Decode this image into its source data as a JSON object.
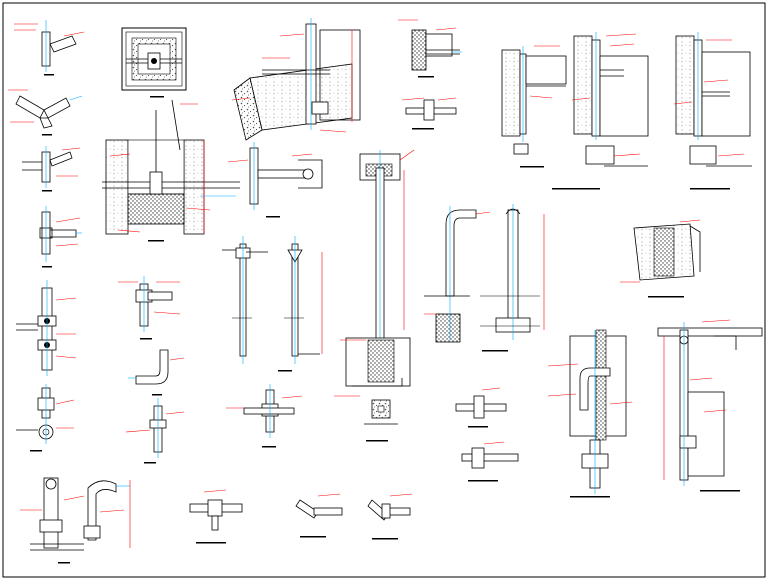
{
  "drawing": {
    "kind": "plumbing-installation-detail-sheet",
    "background": "#ffffff",
    "colors": {
      "linework": "#000000",
      "annotation": "#ff0000",
      "centerline": "#00aaff",
      "pipe_fill": "#ffffff",
      "hatch": "#444444"
    },
    "details": [
      {
        "id": "d01",
        "label": ""
      },
      {
        "id": "d02",
        "label": ""
      },
      {
        "id": "d03",
        "label": ""
      },
      {
        "id": "d04",
        "label": ""
      },
      {
        "id": "d05",
        "label": ""
      },
      {
        "id": "d06",
        "label": ""
      },
      {
        "id": "d07",
        "label": ""
      },
      {
        "id": "d08",
        "label": ""
      },
      {
        "id": "d09",
        "label": ""
      },
      {
        "id": "d10",
        "label": ""
      },
      {
        "id": "d11",
        "label": ""
      },
      {
        "id": "d12",
        "label": ""
      },
      {
        "id": "d13",
        "label": ""
      },
      {
        "id": "d14",
        "label": ""
      },
      {
        "id": "d15",
        "label": ""
      },
      {
        "id": "d16",
        "label": ""
      },
      {
        "id": "d17",
        "label": ""
      },
      {
        "id": "d18",
        "label": ""
      },
      {
        "id": "d19",
        "label": ""
      },
      {
        "id": "d20",
        "label": ""
      },
      {
        "id": "d21",
        "label": ""
      },
      {
        "id": "d22",
        "label": ""
      },
      {
        "id": "d23",
        "label": ""
      },
      {
        "id": "d24",
        "label": ""
      },
      {
        "id": "d25",
        "label": ""
      },
      {
        "id": "d26",
        "label": ""
      },
      {
        "id": "d27",
        "label": ""
      },
      {
        "id": "d28",
        "label": ""
      },
      {
        "id": "d29",
        "label": ""
      },
      {
        "id": "d30",
        "label": ""
      },
      {
        "id": "d31",
        "label": ""
      },
      {
        "id": "d32",
        "label": ""
      }
    ]
  }
}
